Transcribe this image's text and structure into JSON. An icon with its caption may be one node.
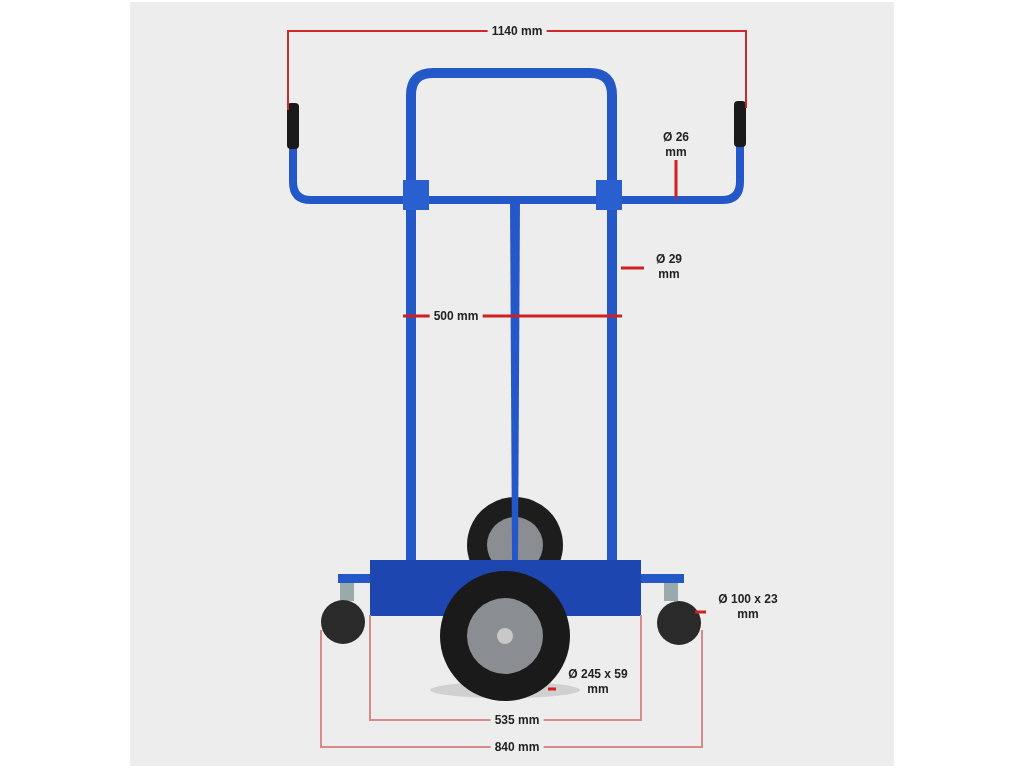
{
  "diagram": {
    "nodes": [
      {
        "text": [
          "Ø 26 mm"
        ]
      },
      {
        "text": [
          "Ø 29 mm"
        ]
      },
      {
        "text": [
          "Ø 100 x 23 mm"
        ]
      },
      {
        "text": [
          "Ø 245 x 59 mm"
        ]
      }
    ],
    "edges": [
      {
        "from": 0,
        "to": null,
        "arrow": "none"
      },
      {
        "from": 1,
        "to": null,
        "arrow": "none"
      },
      {
        "from": 2,
        "to": null,
        "arrow": "none"
      },
      {
        "from": 3,
        "to": null,
        "arrow": "none"
      }
    ],
    "labels": [
      "1140 mm",
      "500 mm",
      "535 mm",
      "840 mm"
    ]
  }
}
